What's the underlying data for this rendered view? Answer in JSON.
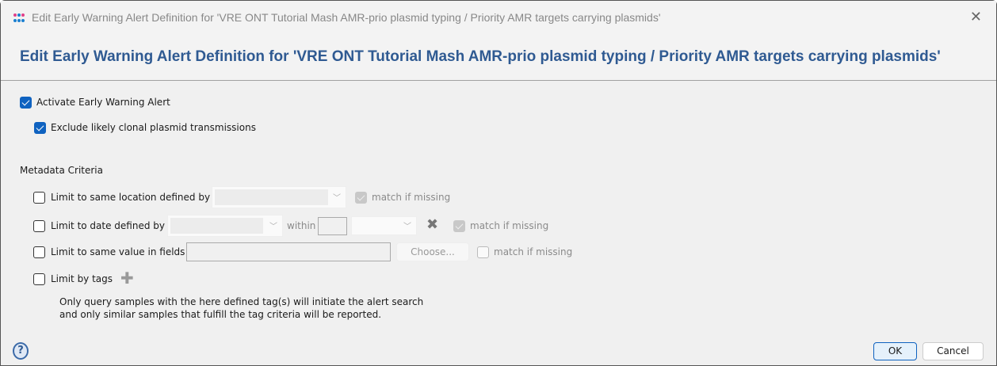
{
  "window": {
    "title": "Edit Early Warning Alert Definition for 'VRE ONT Tutorial Mash AMR-prio plasmid typing / Priority AMR targets carrying plasmids'"
  },
  "header": {
    "title": "Edit Early Warning Alert Definition for 'VRE ONT Tutorial Mash AMR-prio plasmid typing / Priority AMR targets carrying plasmids'"
  },
  "activate": {
    "label": "Activate Early Warning Alert",
    "checked": true
  },
  "exclude": {
    "label": "Exclude likely clonal plasmid transmissions",
    "checked": true
  },
  "metadata": {
    "title": "Metadata Criteria",
    "location": {
      "label": "Limit to same location defined by",
      "value": "",
      "match": "match if missing",
      "match_checked": true
    },
    "date": {
      "label": "Limit to date defined by",
      "within": "within",
      "within_value": "",
      "unit": "",
      "match": "match if missing",
      "match_checked": true
    },
    "fields": {
      "label": "Limit to same value in fields",
      "value": "",
      "choose": "Choose...",
      "match": "match if missing",
      "match_checked": false
    },
    "tags": {
      "label": "Limit by tags"
    },
    "note_line1": "Only query samples with the here defined tag(s) will initiate the alert search",
    "note_line2": "and only similar samples that fulfill the tag criteria will be reported."
  },
  "buttons": {
    "ok": "OK",
    "cancel": "Cancel"
  },
  "colors": {
    "accent": "#0f62c0",
    "title": "#2f5a92"
  }
}
